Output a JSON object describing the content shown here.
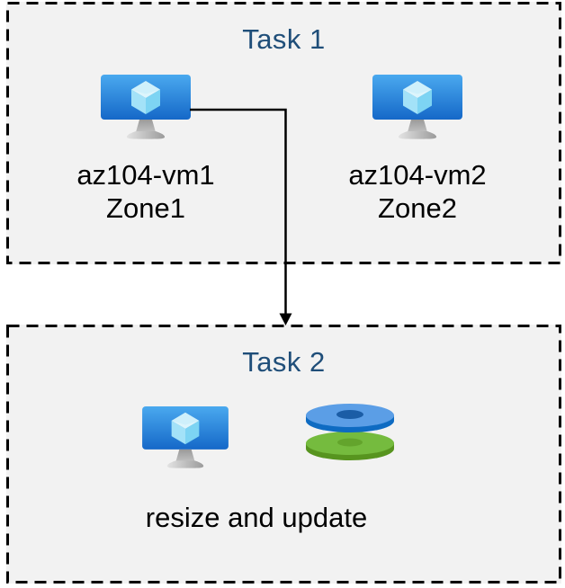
{
  "diagram": {
    "task1": {
      "title": "Task 1",
      "vms": [
        {
          "name": "az104-vm1",
          "zone": "Zone1"
        },
        {
          "name": "az104-vm2",
          "zone": "Zone2"
        }
      ]
    },
    "task2": {
      "title": "Task 2",
      "caption": "resize and update"
    },
    "connector": {
      "from": "az104-vm1",
      "to": "Task 2",
      "style": "elbow-arrow-down"
    },
    "icons": {
      "vm": "azure-virtual-machine-icon",
      "disks": "azure-disks-icon"
    },
    "colors": {
      "box_fill": "#f2f2f2",
      "box_border": "#000000",
      "title_text": "#1f4e79",
      "label_text": "#000000",
      "arrow": "#000000",
      "vm_screen_top": "#47a7ee",
      "vm_screen_bottom": "#1666c8",
      "cube_top": "#cff0fb",
      "cube_left": "#a3e2f8",
      "cube_right": "#7dd4f3",
      "disk_blue_top": "#5b9ee6",
      "disk_blue_rim": "#0e6bc2",
      "disk_blue_hole": "#1b5da6",
      "disk_green_top": "#75bb3e",
      "disk_green_rim": "#57941f",
      "disk_green_hole": "#63a42c"
    }
  }
}
